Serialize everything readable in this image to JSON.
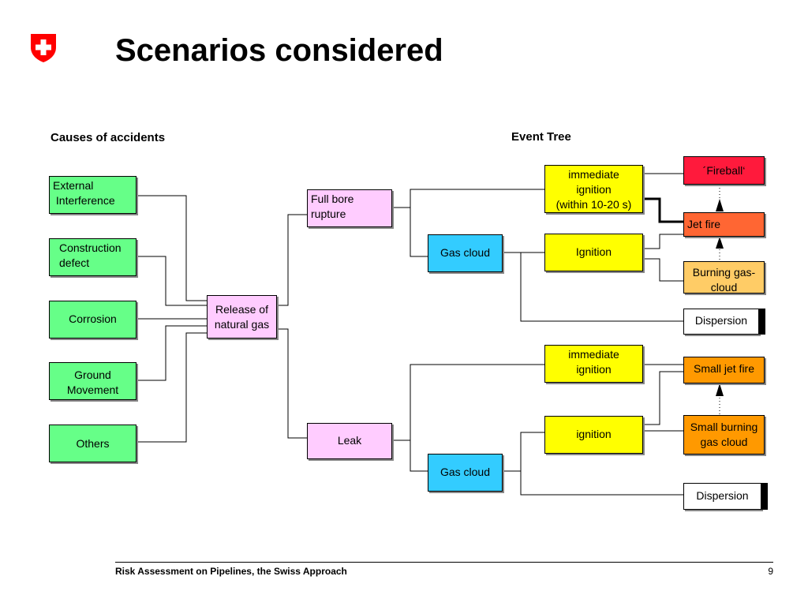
{
  "slide": {
    "title": "Scenarios considered",
    "causes_label": "Causes of accidents",
    "event_tree_label": "Event Tree",
    "logo_icon": "swiss-cross-shield-icon",
    "colors": {
      "causes": "#66ff88",
      "release": "#ffccff",
      "gas_cloud": "#33ccff",
      "ignition": "#ffff00",
      "fireball": "#ff1a3c",
      "jet_fire": "#ff6633",
      "burning_cloud": "#ffcc66",
      "small_fire": "#ff9900"
    }
  },
  "causes": {
    "external": "External\n Interference",
    "construction": "Construction\ndefect",
    "corrosion": "Corrosion",
    "ground": "Ground\nMovement",
    "others": "Others"
  },
  "release": "Release of\nnatural gas",
  "rupture": {
    "node": "Full bore\nrupture",
    "immediate_ignition": "immediate\nignition\n(within 10-20 s)",
    "gas_cloud": "Gas cloud",
    "ignition": "Ignition",
    "fireball": "´Fireball‘",
    "jet_fire": "Jet fire",
    "burning_cloud": "Burning gas-\ncloud",
    "dispersion": "Dispersion"
  },
  "leak": {
    "node": "Leak",
    "immediate_ignition": "immediate\nignition",
    "gas_cloud": "Gas cloud",
    "ignition": "ignition",
    "small_jet_fire": "Small jet fire",
    "small_burning_cloud": "Small burning\ngas cloud",
    "dispersion": "Dispersion"
  },
  "footer": {
    "text": "Risk Assessment on Pipelines, the Swiss Approach",
    "page": "9"
  }
}
